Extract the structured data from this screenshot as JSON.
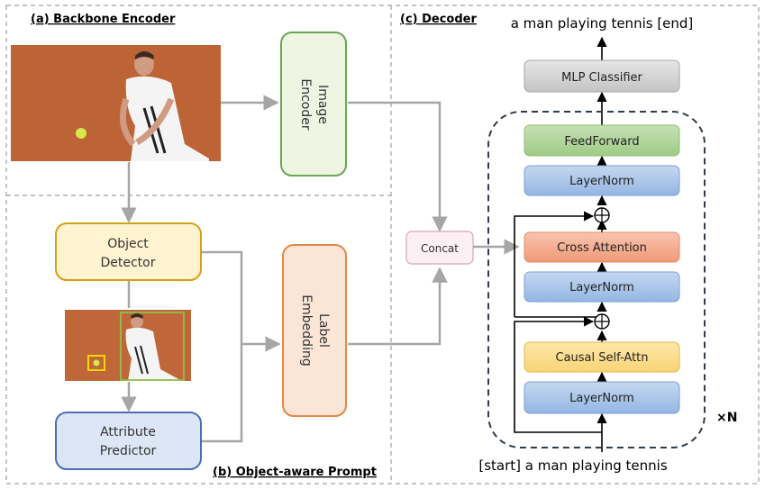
{
  "sections": {
    "backbone": "(a) Backbone Encoder",
    "prompt": "(b) Object-aware Prompt",
    "decoder": "(c) Decoder"
  },
  "left": {
    "image_encoder_line1": "Image",
    "image_encoder_line2": "Encoder",
    "object_detector_line1": "Object",
    "object_detector_line2": "Detector",
    "attribute_predictor_line1": "Attribute",
    "attribute_predictor_line2": "Predictor",
    "label_embedding_line1": "Label",
    "label_embedding_line2": "Embedding"
  },
  "concat": "Concat",
  "decoder": {
    "output_text": "a man playing tennis [end]",
    "mlp": "MLP Classifier",
    "feedforward": "FeedForward",
    "layernorm": "LayerNorm",
    "cross_attention": "Cross Attention",
    "causal_self_attn": "Causal Self-Attn",
    "repeat": "×N",
    "input_text": "[start] a man playing tennis"
  },
  "colors": {
    "green_fill": "#eef5e3",
    "green_stroke": "#6aa84f",
    "yellow_fill": "#fff3d0",
    "yellow_stroke": "#d4a017",
    "blue_fill": "#dde6f5",
    "blue_stroke": "#4a6fb3",
    "orange_fill": "#fbe5d6",
    "orange_stroke": "#e08a4a"
  }
}
